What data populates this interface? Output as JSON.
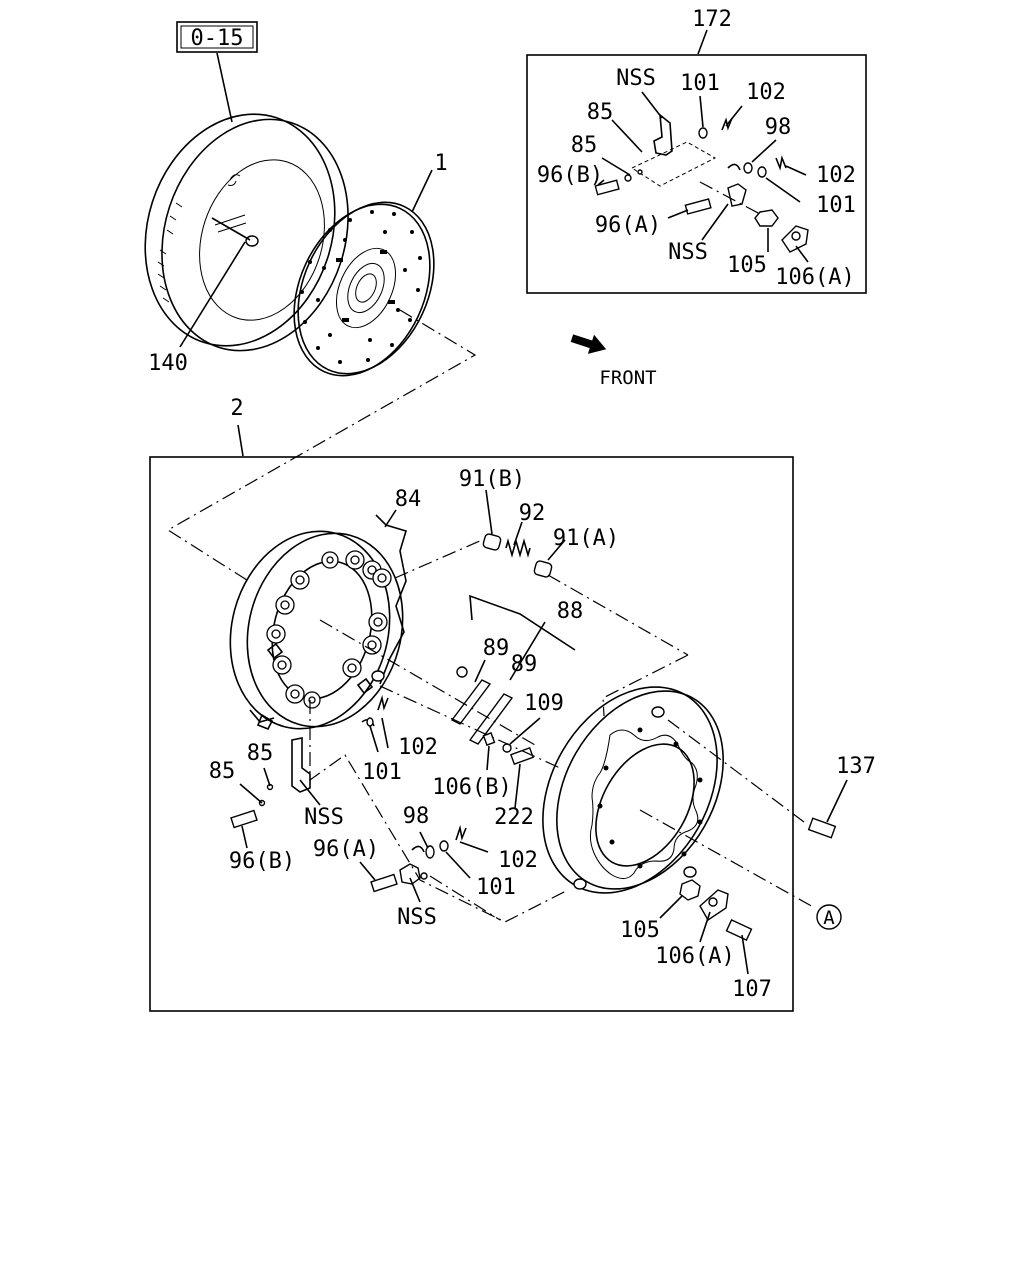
{
  "ref_box": "0-15",
  "front_label": "FRONT",
  "circle_ref": "A",
  "labels": {
    "p172": "172",
    "p1": "1",
    "p140": "140",
    "p2": "2",
    "top_nss1": "NSS",
    "top_101a": "101",
    "top_102a": "102",
    "top_85a": "85",
    "top_98": "98",
    "top_85b": "85",
    "top_96b": "96(B)",
    "top_102b": "102",
    "top_101b": "101",
    "top_96a": "96(A)",
    "top_nss2": "NSS",
    "top_105": "105",
    "top_106a": "106(A)",
    "p84": "84",
    "p91b": "91(B)",
    "p92": "92",
    "p91a": "91(A)",
    "p88": "88",
    "p89a": "89",
    "p89b": "89",
    "p109": "109",
    "p102a": "102",
    "p101a": "101",
    "p106b": "106(B)",
    "p222": "222",
    "p85a": "85",
    "p85b": "85",
    "nss_mid": "NSS",
    "p96b": "96(B)",
    "p96a": "96(A)",
    "p98": "98",
    "p102b": "102",
    "p101b": "101",
    "nss_low": "NSS",
    "p137": "137",
    "p105": "105",
    "p106a": "106(A)",
    "p107": "107"
  }
}
